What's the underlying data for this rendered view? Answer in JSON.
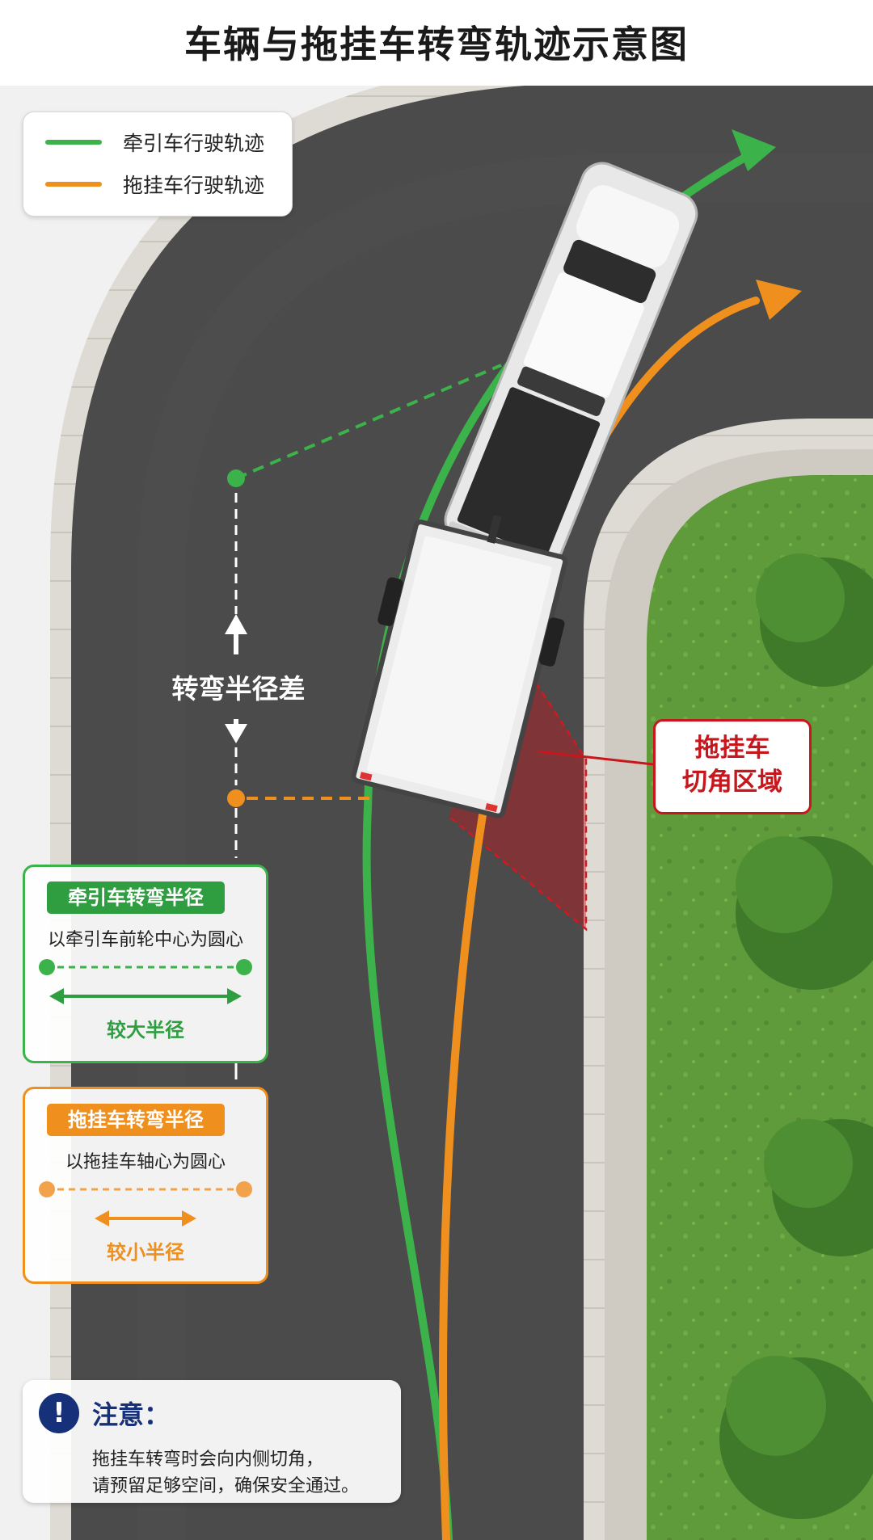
{
  "title": "车辆与拖挂车转弯轨迹示意图",
  "legend": {
    "tractor_path": "牵引车行驶轨迹",
    "trailer_path": "拖挂车行驶轨迹"
  },
  "radius_difference_label": "转弯半径差",
  "tractor_card": {
    "tag": "牵引车转弯半径",
    "description": "以牵引车前轮中心为圆心",
    "dimension": "较大半径"
  },
  "trailer_card": {
    "tag": "拖挂车转弯半径",
    "description": "以拖挂车轴心为圆心",
    "dimension": "较小半径"
  },
  "cut_zone_label": {
    "line1": "拖挂车",
    "line2": "切角区域"
  },
  "note": {
    "title": "注意：",
    "line1": "拖挂车转弯时会向内侧切角，",
    "line2": "请预留足够空间，确保安全通过。"
  },
  "colors": {
    "tractor": "#3cb24a",
    "trailer": "#ef8f1e",
    "cut_zone": "#c8161d",
    "road": "#4b4b4b",
    "grass": "#5f9b3b",
    "note_accent": "#16307a"
  },
  "icons": [
    "exclamation-icon",
    "arrow-up-icon",
    "arrow-down-icon"
  ]
}
